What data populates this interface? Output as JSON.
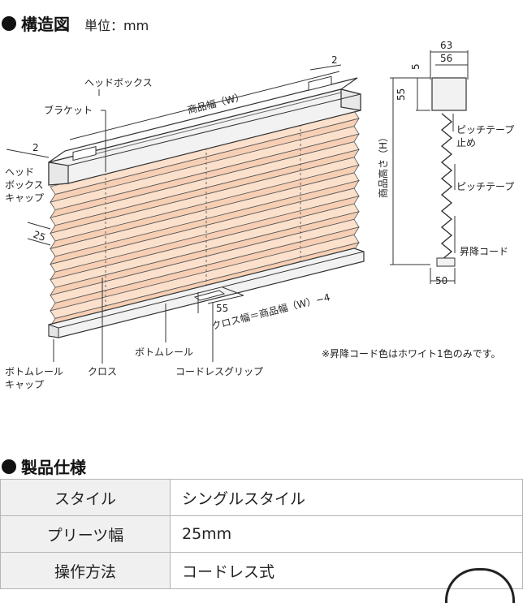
{
  "section1": {
    "title": "構造図",
    "unit": "単位：mm"
  },
  "diagram": {
    "labels": {
      "headbox": "ヘッドボックス",
      "bracket": "ブラケット",
      "product_width": "商品幅（W）",
      "headbox_cap_1": "ヘッド",
      "headbox_cap_2": "ボックス",
      "headbox_cap_3": "キャップ",
      "cloth_width": "クロス幅＝商品幅（W）−4",
      "bottom_rail_cap_1": "ボトムレール",
      "bottom_rail_cap_2": "キャップ",
      "cloth": "クロス",
      "bottom_rail": "ボトムレール",
      "cordless_grip": "コードレスグリップ",
      "pitch_tape_stop_1": "ピッチテープ",
      "pitch_tape_stop_2": "止め",
      "pitch_tape": "ピッチテープ",
      "lift_cord": "昇降コード",
      "product_height": "商品高さ（H）",
      "note": "※昇降コード色はホワイト1色のみです。"
    },
    "dimensions": {
      "gap_left": "2",
      "gap_right": "2",
      "pleat": "25",
      "grip": "55",
      "side_depth": "63",
      "side_inner": "56",
      "side_top": "5",
      "side_head_height": "55",
      "side_bottom": "50"
    }
  },
  "section2": {
    "title": "製品仕様",
    "rows": [
      {
        "key": "スタイル",
        "value": "シングルスタイル"
      },
      {
        "key": "プリーツ幅",
        "value": "25mm"
      },
      {
        "key": "操作方法",
        "value": "コードレス式"
      }
    ]
  },
  "colors": {
    "fabric": "#fbe0cc",
    "line": "#333333",
    "headbox": "#f4f4f4"
  }
}
